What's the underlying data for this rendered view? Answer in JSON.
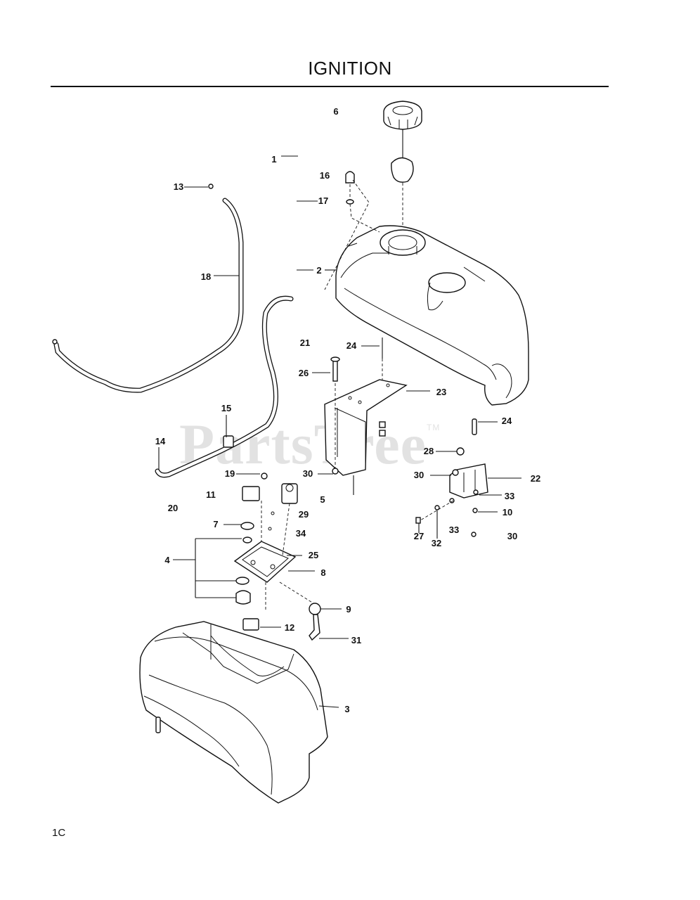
{
  "page": {
    "title": "IGNITION",
    "page_number": "1C",
    "watermark": "PartsTree",
    "watermark_tm": "TM"
  },
  "callouts": [
    "1",
    "2",
    "3",
    "4",
    "5",
    "6",
    "7",
    "8",
    "9",
    "10",
    "11",
    "12",
    "13",
    "14",
    "15",
    "16",
    "17",
    "18",
    "19",
    "20",
    "21",
    "22",
    "23",
    "24",
    "24",
    "25",
    "26",
    "27",
    "28",
    "29",
    "30",
    "30",
    "30",
    "30",
    "31",
    "32",
    "33",
    "33",
    "34"
  ]
}
